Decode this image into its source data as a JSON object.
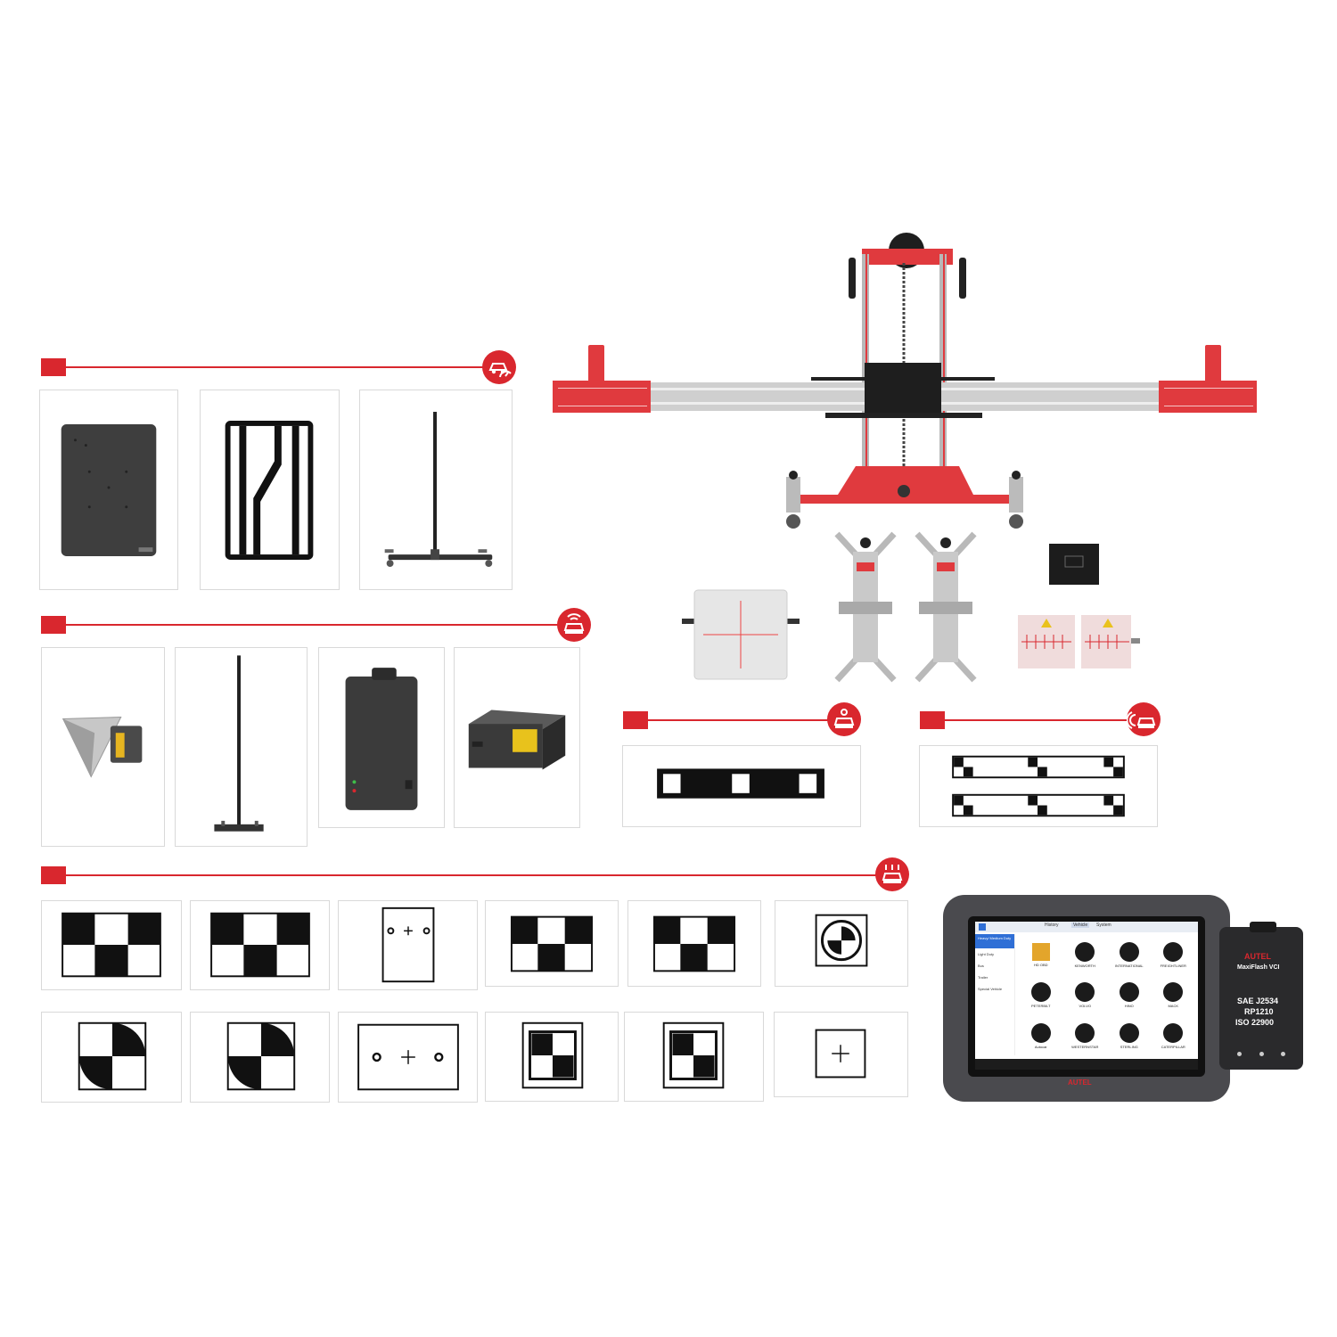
{
  "colors": {
    "accent": "#d9272e",
    "card_border": "#d9d9d9",
    "dark": "#3a3a3a"
  },
  "sections": [
    {
      "icon": "car-speedometer-icon"
    },
    {
      "icon": "car-radar-icon"
    },
    {
      "icon": "car-front-camera-icon"
    },
    {
      "icon": "car-rear-sensor-icon"
    },
    {
      "icon": "car-lane-camera-icon"
    }
  ],
  "tablet": {
    "tabs": [
      "History",
      "Vehicle",
      "System"
    ],
    "left_menu": [
      "Heavy/ Medium Duty",
      "Light Duty",
      "Bus",
      "Trailer",
      "Special Vehicle"
    ],
    "brands": [
      "HD OBD",
      "KENWORTH",
      "INTERNATIONAL",
      "FREIGHTLINER",
      "PETERBILT",
      "VOLVO",
      "HINO",
      "MACK",
      "Autocar",
      "WESTERNSTAR",
      "STERLING",
      "CATERPILLAR"
    ],
    "bottom_brand": "AUTEL"
  },
  "vci": {
    "brand": "AUTEL",
    "model": "MaxiFlash VCI",
    "spec_lines": [
      "SAE J2534",
      "RP1210",
      "ISO 22900"
    ]
  }
}
